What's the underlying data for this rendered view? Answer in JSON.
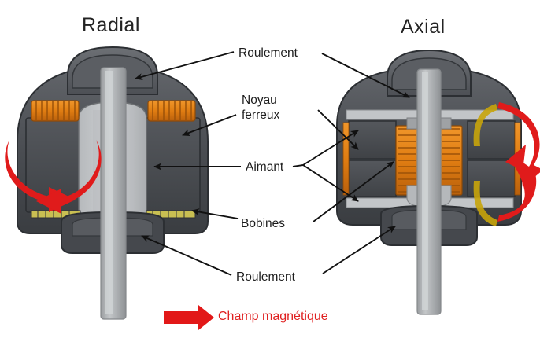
{
  "diagram": {
    "kind": "motor-cross-section-comparison",
    "background_color": "#ffffff",
    "titles": {
      "left": "Radial",
      "right": "Axial"
    },
    "callouts": [
      {
        "id": "roulement-top",
        "text": "Roulement",
        "points_to": [
          "radial-top-bearing",
          "axial-top-bearing"
        ]
      },
      {
        "id": "noyau-ferreux",
        "line1": "Noyau",
        "line2": "ferreux",
        "text": "Noyau ferreux",
        "points_to": [
          "radial-ferrous-core",
          "axial-ferrous-core"
        ]
      },
      {
        "id": "aimant",
        "text": "Aimant",
        "points_to": [
          "radial-magnet",
          "axial-magnet-upper",
          "axial-magnet-lower"
        ]
      },
      {
        "id": "bobines",
        "text": "Bobines",
        "points_to": [
          "radial-coils",
          "axial-coils"
        ]
      },
      {
        "id": "roulement-bottom",
        "text": "Roulement",
        "points_to": [
          "radial-bottom-bearing",
          "axial-bottom-bearing"
        ]
      }
    ],
    "legend": {
      "arrow_label": "Champ magnétique",
      "arrow_color": "#e21818",
      "text_color": "#e02020"
    },
    "colors": {
      "housing_dark": "#3a3d41",
      "housing_mid": "#55585c",
      "magnet_body": "#4a4d51",
      "shaft_light": "#a8abae",
      "shaft_highlight": "#c9ccce",
      "coil_copper": "#e8821a",
      "coil_copper_dark": "#b3600d",
      "bearing_yellow": "#c9bf52",
      "leader_line": "#111111",
      "field_arrow_red": "#e01b1b"
    },
    "field_arrows": {
      "radial": {
        "style": "curved-double-headed",
        "position": "left-of-rotor",
        "direction": "around-axis-horizontal"
      },
      "axial": {
        "style": "closed-loop-ellipse",
        "position": "right-of-stator",
        "direction": "around-axis-vertical"
      }
    }
  }
}
